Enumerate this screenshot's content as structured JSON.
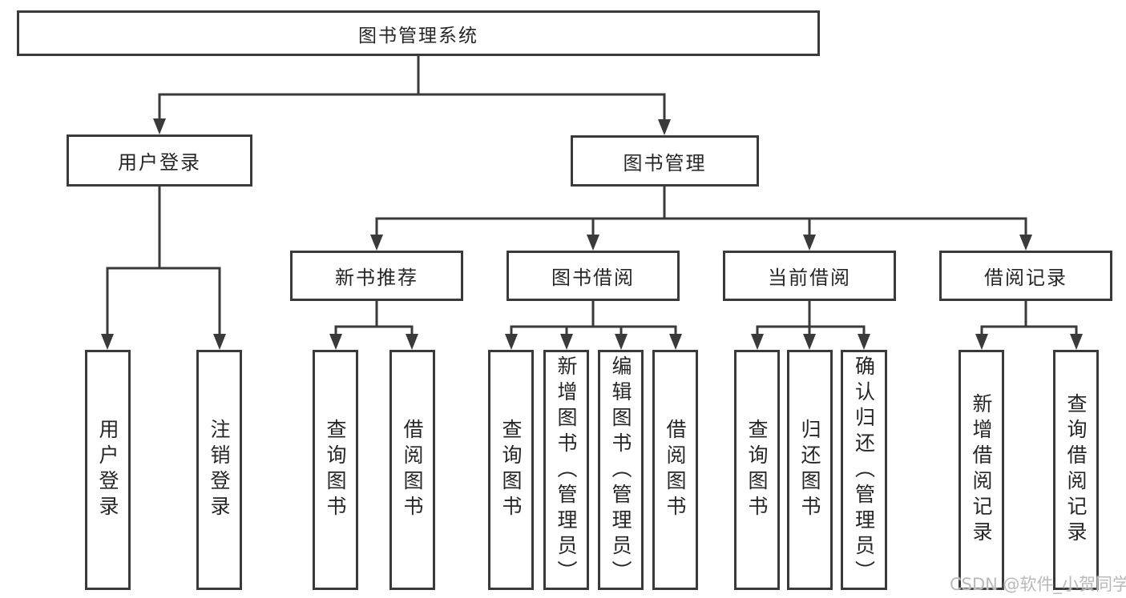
{
  "diagram": {
    "root": "图书管理系统",
    "level2": {
      "user_login": "用户登录",
      "book_mgmt": "图书管理"
    },
    "level3": {
      "new_book_rec": "新书推荐",
      "book_borrow": "图书借阅",
      "current_borrow": "当前借阅",
      "borrow_record": "借阅记录"
    },
    "leaves": {
      "user_login": "用户登录",
      "logout": "注销登录",
      "rec_query_book": "查询图书",
      "rec_borrow_book": "借阅图书",
      "bb_query_book": "查询图书",
      "bb_add_book": "新增图书（管理员）",
      "bb_edit_book": "编辑图书（管理员）",
      "bb_borrow_book": "借阅图书",
      "cb_query_book": "查询图书",
      "cb_return_book": "归还图书",
      "cb_confirm_return": "确认归还（管理员）",
      "br_add_record": "新增借阅记录",
      "br_query_record": "查询借阅记录"
    }
  },
  "watermark": "CSDN @软件_小贺同学",
  "colors": {
    "line": "#3a3a3a",
    "text": "#262626",
    "watermark": "#b9b9b9",
    "background": "#ffffff"
  }
}
